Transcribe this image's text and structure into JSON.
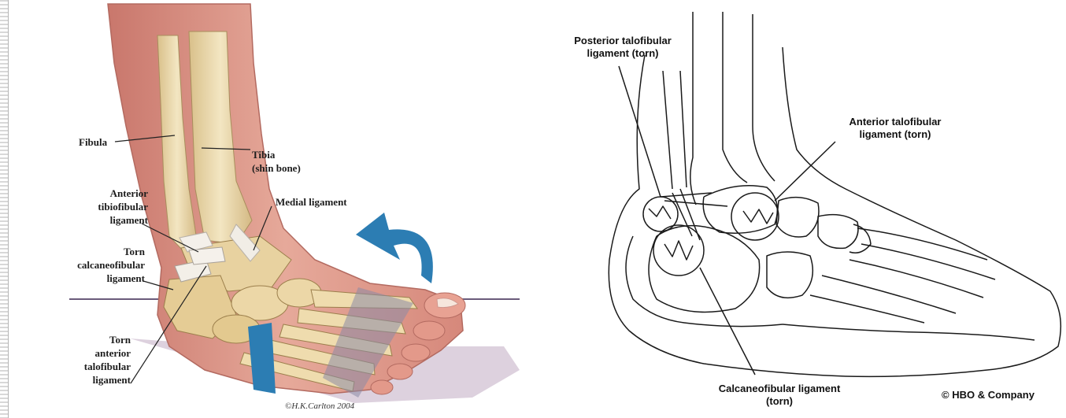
{
  "left_figure": {
    "labels": {
      "fibula": "Fibula",
      "tibia": "Tibia\n(shin bone)",
      "anterior_tibiofibular": "Anterior\ntibiofibular\nligament",
      "medial_ligament": "Medial ligament",
      "torn_calcaneofibular": "Torn\ncalcaneofibular\nligament",
      "torn_anterior_talofibular": "Torn\nanterior\ntalofibular\nligament"
    },
    "signature": "©H.K.Carlton 2004",
    "colors": {
      "skin": "#d99486",
      "bone": "#ead7a8",
      "arrow": "#2c7db3",
      "floor": "#6a5b7b"
    }
  },
  "right_figure": {
    "labels": {
      "posterior_talofibular": "Posterior talofibular\nligament (torn)",
      "anterior_talofibular": "Anterior talofibular\nligament  (torn)",
      "calcaneofibular": "Calcaneofibular ligament\n(torn)"
    },
    "copyright": "© HBO & Company"
  }
}
